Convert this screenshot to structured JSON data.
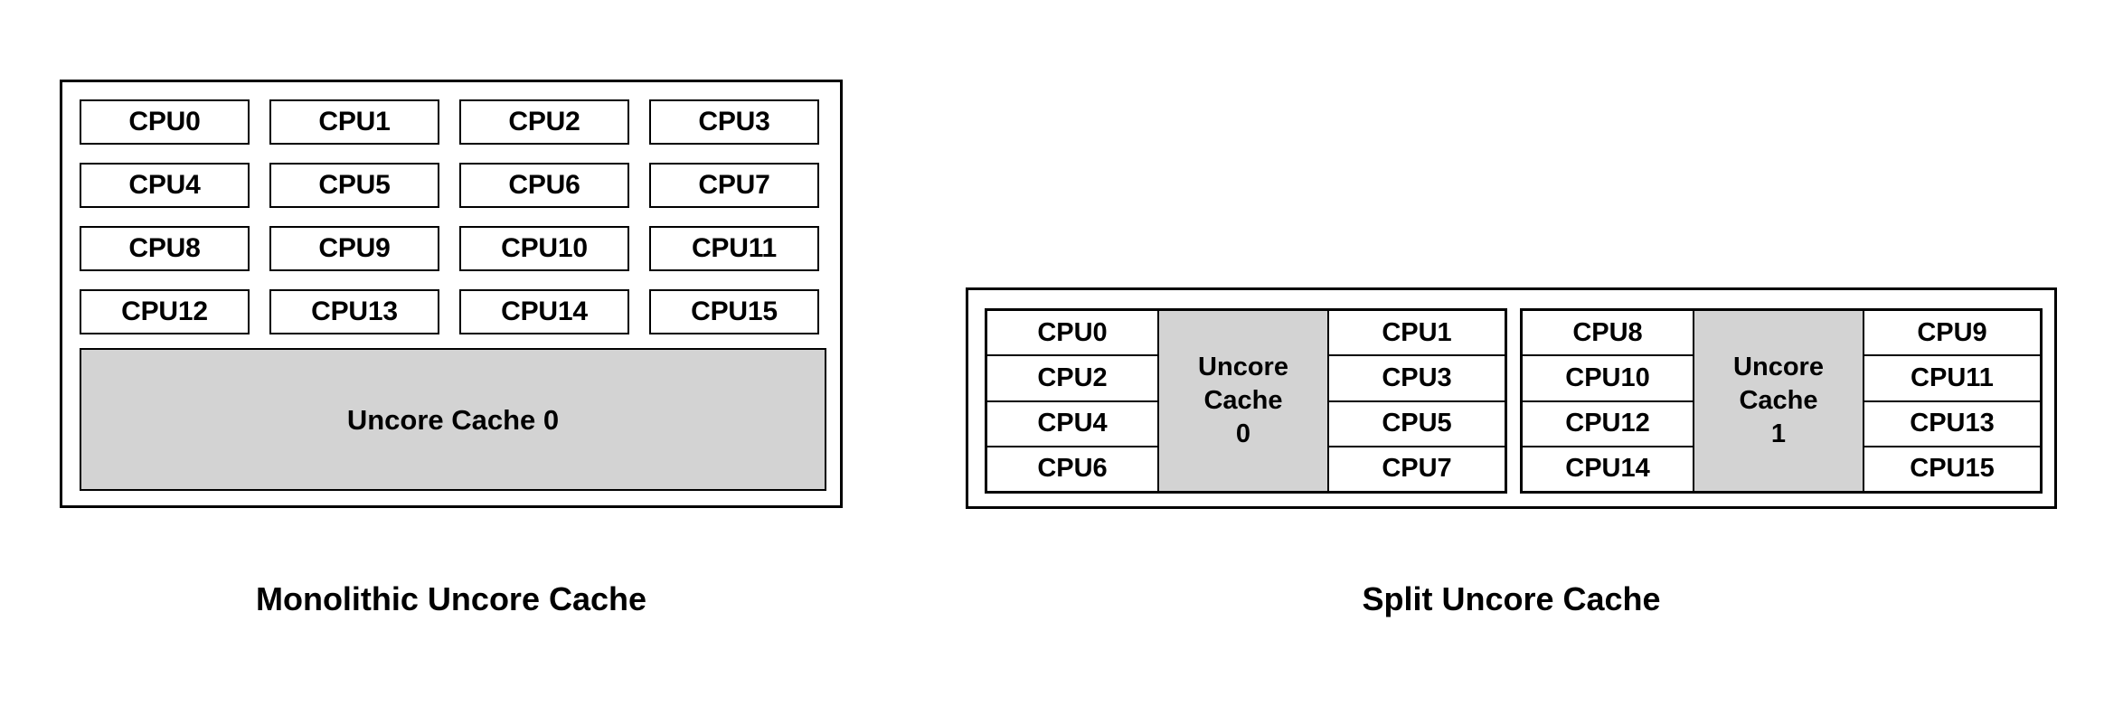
{
  "page": {
    "background": "#ffffff",
    "cache_fill_color": "#d3d3d3",
    "border_color": "#000000"
  },
  "monolithic": {
    "caption": "Monolithic Uncore Cache",
    "cpu_grid": [
      [
        "CPU0",
        "CPU1",
        "CPU2",
        "CPU3"
      ],
      [
        "CPU4",
        "CPU5",
        "CPU6",
        "CPU7"
      ],
      [
        "CPU8",
        "CPU9",
        "CPU10",
        "CPU11"
      ],
      [
        "CPU12",
        "CPU13",
        "CPU14",
        "CPU15"
      ]
    ],
    "cache_label": "Uncore Cache 0"
  },
  "split": {
    "caption": "Split Uncore Cache",
    "groups": [
      {
        "left_column": [
          "CPU0",
          "CPU2",
          "CPU4",
          "CPU6"
        ],
        "cache_lines": [
          "Uncore",
          "Cache",
          "0"
        ],
        "right_column": [
          "CPU1",
          "CPU3",
          "CPU5",
          "CPU7"
        ]
      },
      {
        "left_column": [
          "CPU8",
          "CPU10",
          "CPU12",
          "CPU14"
        ],
        "cache_lines": [
          "Uncore",
          "Cache",
          "1"
        ],
        "right_column": [
          "CPU9",
          "CPU11",
          "CPU13",
          "CPU15"
        ]
      }
    ]
  }
}
